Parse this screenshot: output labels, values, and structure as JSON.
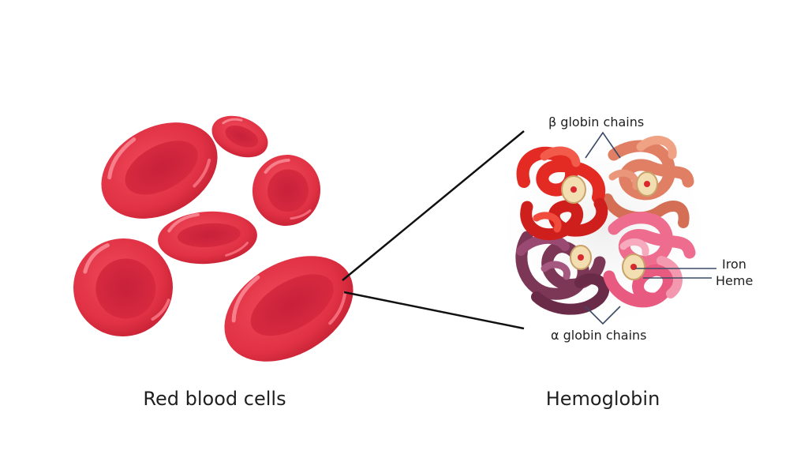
{
  "labels": {
    "left_caption": "Red blood cells",
    "right_caption": "Hemoglobin",
    "beta_chains": "β  globin chains",
    "alpha_chains": "α  globin chains",
    "iron": "Iron",
    "heme": "Heme"
  },
  "colors": {
    "background": "#ffffff",
    "rbc_red": "#e23344",
    "beta_chain_red": "#e32b24",
    "beta_chain_salmon": "#e07f63",
    "alpha_chain_purple": "#7c3656",
    "alpha_chain_pink": "#ee6c8e",
    "heme_disc": "#f2deb0",
    "leader_line": "#3a4a66"
  }
}
